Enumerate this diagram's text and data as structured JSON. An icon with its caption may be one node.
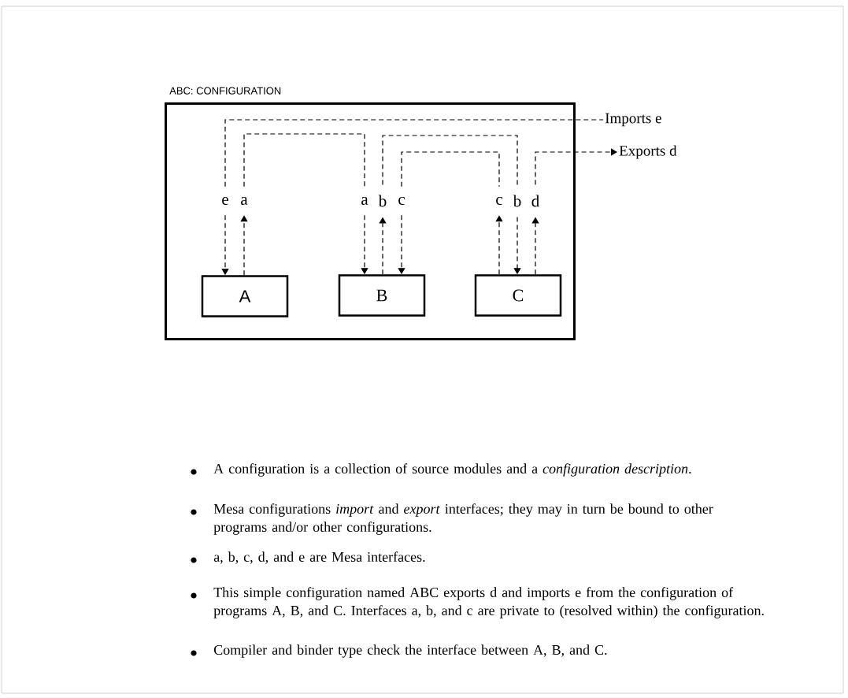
{
  "diagram": {
    "nodes": [
      {
        "text": [
          "ABC: CONFIGURATION"
        ]
      },
      {
        "text": [
          "A"
        ],
        "in": 0
      },
      {
        "text": [
          "B"
        ],
        "in": 0
      },
      {
        "text": [
          "C"
        ],
        "in": 0
      },
      {
        "text": [
          "e"
        ],
        "in": 0
      },
      {
        "text": [
          "a"
        ],
        "in": 0
      },
      {
        "text": [
          "a"
        ],
        "in": 0
      },
      {
        "text": [
          "b"
        ],
        "in": 0
      },
      {
        "text": [
          "c"
        ],
        "in": 0
      },
      {
        "text": [
          "c"
        ],
        "in": 0
      },
      {
        "text": [
          "b"
        ],
        "in": 0
      },
      {
        "text": [
          "d"
        ],
        "in": 0
      },
      {
        "text": [
          "Imports e"
        ]
      },
      {
        "text": [
          "Exports d"
        ]
      }
    ],
    "edges": [
      {
        "from": 4,
        "to": 1,
        "arrow": "to",
        "style": "dashed"
      },
      {
        "from": 1,
        "to": 5,
        "arrow": "to",
        "style": "dashed"
      },
      {
        "from": 6,
        "to": 2,
        "arrow": "to",
        "style": "dashed"
      },
      {
        "from": 2,
        "to": 7,
        "arrow": "to",
        "style": "dashed"
      },
      {
        "from": 8,
        "to": 2,
        "arrow": "to",
        "style": "dashed"
      },
      {
        "from": 3,
        "to": 9,
        "arrow": "to",
        "style": "dashed"
      },
      {
        "from": 10,
        "to": 3,
        "arrow": "to",
        "style": "dashed"
      },
      {
        "from": 3,
        "to": 11,
        "arrow": "to",
        "style": "dashed"
      },
      {
        "from": 4,
        "to": 12,
        "arrow": "none",
        "style": "dashed"
      },
      {
        "from": 5,
        "to": 6,
        "arrow": "none",
        "style": "dashed"
      },
      {
        "from": 7,
        "to": 10,
        "arrow": "none",
        "style": "dashed"
      },
      {
        "from": 8,
        "to": 9,
        "arrow": "none",
        "style": "dashed"
      },
      {
        "from": 11,
        "to": 13,
        "arrow": "to",
        "style": "dashed"
      }
    ],
    "labels": [
      "A configuration is a collection of source modules and a *configuration description*.",
      "Mesa configurations *import* and *export* interfaces; they may in turn be bound to other programs and/or other configurations.",
      "a, b, c, d, and e are Mesa interfaces.",
      "This simple configuration named ABC exports d and imports e from the configuration of programs A, B, and C. Interfaces a, b, and c are private to (resolved within) the configuration.",
      "Compiler and binder type check the interface between A, B, and C."
    ]
  }
}
